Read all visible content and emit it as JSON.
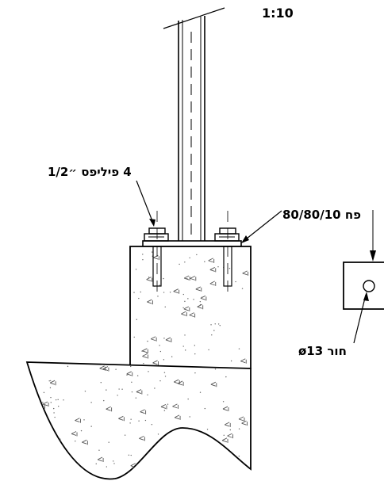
{
  "drawing": {
    "scale": "1:10",
    "bolt_label": "4 פיליפס ״1/2",
    "plate_label": "פח 80/80/10",
    "hole_label": "ø13 חור"
  }
}
